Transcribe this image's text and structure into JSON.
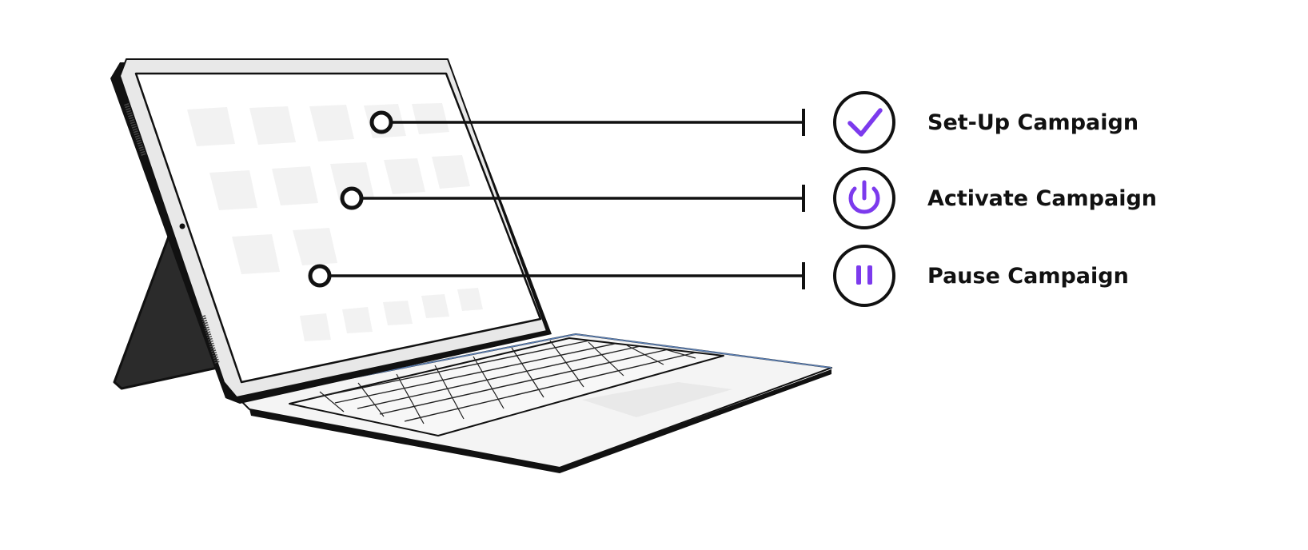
{
  "steps": [
    {
      "label": "Set-Up Campaign",
      "icon": "checkmark-icon"
    },
    {
      "label": "Activate Campaign",
      "icon": "power-icon"
    },
    {
      "label": "Pause Campaign",
      "icon": "pause-icon"
    }
  ],
  "colors": {
    "accent": "#7c3aed",
    "outline": "#111111",
    "device_frame": "#e8e8e8",
    "screen": "#ffffff",
    "app_tile": "#f2f2f2",
    "stand": "#2b2b2b",
    "keyboard_deck": "#f4f4f4"
  }
}
